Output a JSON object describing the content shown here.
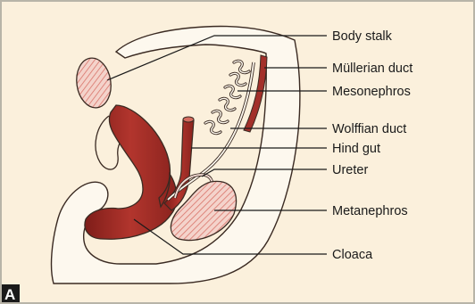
{
  "panel_letter": "A",
  "labels": {
    "body_stalk": "Body stalk",
    "mullerian_duct": "Müllerian duct",
    "mesonephros": "Mesonephros",
    "wolffian_duct": "Wolffian duct",
    "hind_gut": "Hind gut",
    "ureter": "Ureter",
    "metanephros": "Metanephros",
    "cloaca": "Cloaca"
  },
  "colors": {
    "background": "#fbf0dc",
    "embryo_fill": "#fdf8ee",
    "tissue_dark": "#9a2a24",
    "tissue_light": "#e8a79c",
    "outline": "#3a2a22"
  }
}
